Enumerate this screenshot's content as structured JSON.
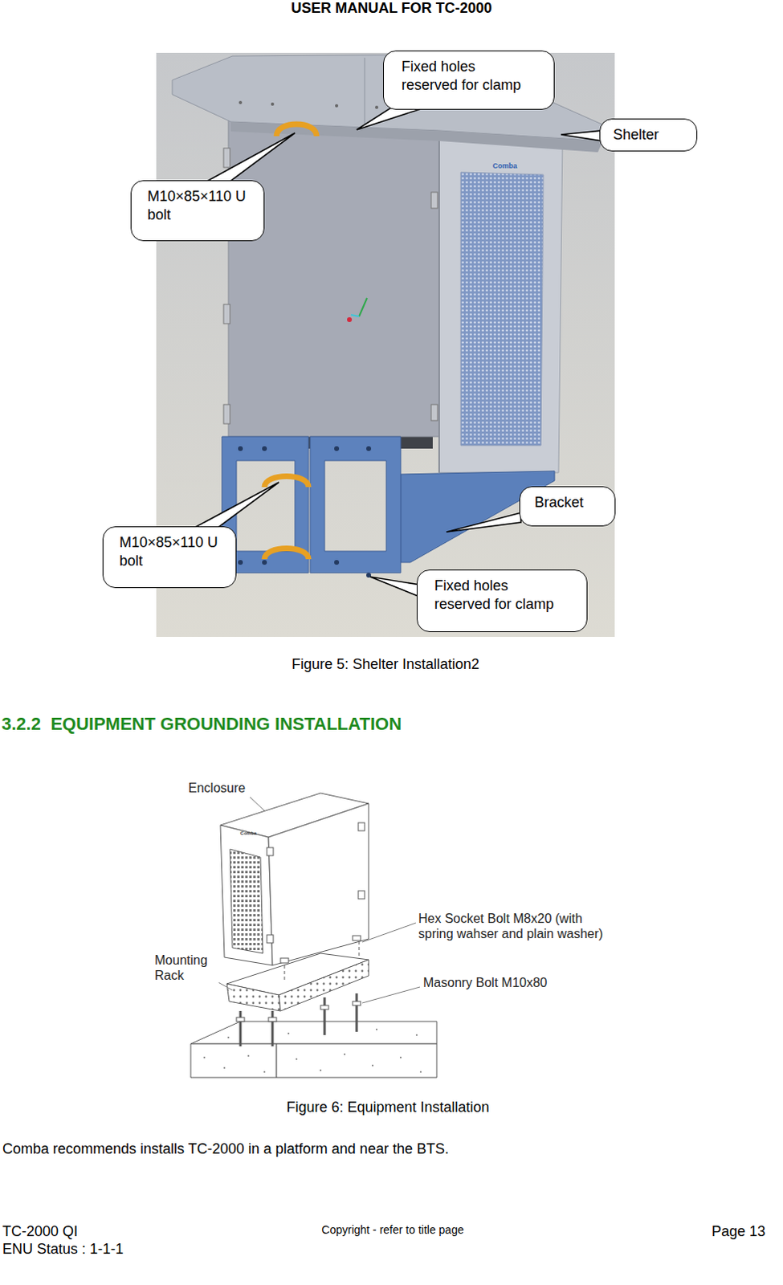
{
  "diagram": {
    "title": "USER MANUAL FOR TC-2000",
    "nodes": [
      {
        "text": [
          "Fixed holes reserved for clamp"
        ]
      },
      {
        "text": [
          "Shelter"
        ]
      },
      {
        "text": [
          "M10×85×110 U bolt"
        ]
      },
      {
        "text": [
          "Bracket"
        ]
      },
      {
        "text": [
          "M10×85×110 U bolt"
        ]
      },
      {
        "text": [
          "Fixed holes reserved for clamp"
        ]
      }
    ],
    "labels": [
      "Figure 5: Shelter Installation2",
      "3.2.2  EQUIPMENT GROUNDING INSTALLATION",
      "Enclosure",
      "Hex Socket Bolt M8x20 (with spring wahser and plain washer)",
      "Mounting Rack",
      "Masonry Bolt M10x80",
      "Figure 6: Equipment Installation",
      "Comba recommends installs TC-2000 in a platform and near the BTS.",
      "TC-2000 QI",
      "ENU Status : 1-1-1",
      "Copyright - refer to title page",
      "Page 13",
      "Comba",
      "Comba"
    ]
  }
}
